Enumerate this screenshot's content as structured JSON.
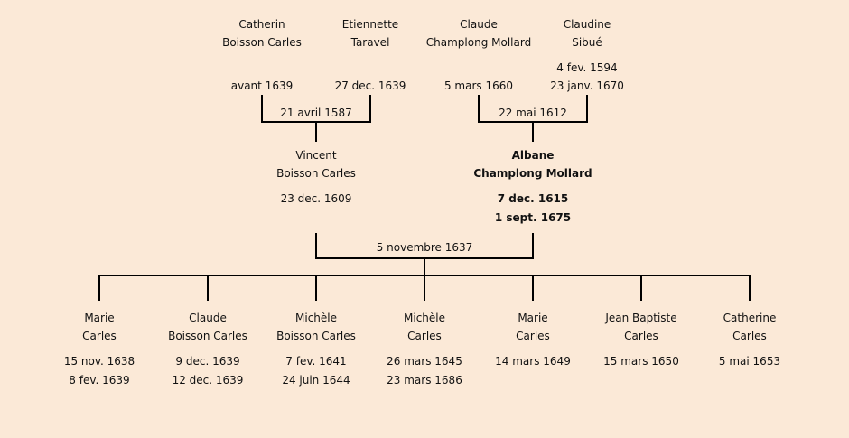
{
  "grandparents": [
    {
      "first": "Catherin",
      "last": "Boisson Carles",
      "dates": [
        "avant 1639"
      ]
    },
    {
      "first": "Etiennette",
      "last": "Taravel",
      "dates": [
        "27 dec. 1639"
      ]
    },
    {
      "first": "Claude",
      "last": "Champlong Mollard",
      "dates": [
        "5 mars 1660"
      ]
    },
    {
      "first": "Claudine",
      "last": "Sibué",
      "dates": [
        "4 fev. 1594",
        "23 janv. 1670"
      ]
    }
  ],
  "grandparent_marriages": [
    "21 avril 1587",
    "22 mai 1612"
  ],
  "parents": [
    {
      "first": "Vincent",
      "last": "Boisson Carles",
      "dates": [
        "23 dec. 1609"
      ],
      "bold": false
    },
    {
      "first": "Albane",
      "last": "Champlong Mollard",
      "dates": [
        "7 dec. 1615",
        "1 sept. 1675"
      ],
      "bold": true
    }
  ],
  "parent_marriage": "5 novembre 1637",
  "children": [
    {
      "first": "Marie",
      "last": "Carles",
      "dates": [
        "15 nov. 1638",
        "8 fev. 1639"
      ]
    },
    {
      "first": "Claude",
      "last": "Boisson Carles",
      "dates": [
        "9 dec. 1639",
        "12 dec. 1639"
      ]
    },
    {
      "first": "Michèle",
      "last": "Boisson Carles",
      "dates": [
        "7 fev. 1641",
        "24 juin 1644"
      ]
    },
    {
      "first": "Michèle",
      "last": "Carles",
      "dates": [
        "26 mars 1645",
        "23 mars 1686"
      ]
    },
    {
      "first": "Marie",
      "last": "Carles",
      "dates": [
        "14 mars 1649"
      ]
    },
    {
      "first": "Jean Baptiste",
      "last": "Carles",
      "dates": [
        "15 mars 1650"
      ]
    },
    {
      "first": "Catherine",
      "last": "Carles",
      "dates": [
        "5 mai 1653"
      ]
    }
  ]
}
